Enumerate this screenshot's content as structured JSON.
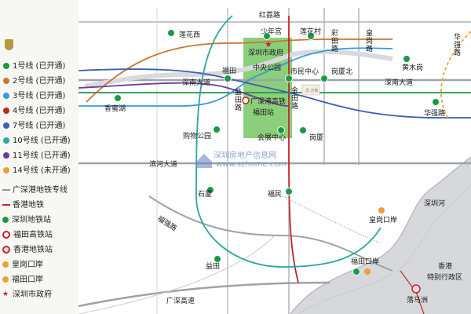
{
  "legend": {
    "lines": [
      {
        "label": "1号线 (已开通)",
        "color": "#1a9a47"
      },
      {
        "label": "2号线 (已开通)",
        "color": "#c9772d"
      },
      {
        "label": "3号线 (已开通)",
        "color": "#3a9ad9"
      },
      {
        "label": "4号线 (已开通)",
        "color": "#c2262a"
      },
      {
        "label": "7号线 (已开通)",
        "color": "#3b5fb4"
      },
      {
        "label": "10号线 (已开通)",
        "color": "#2aa8a2"
      },
      {
        "label": "11号线 (已开通)",
        "color": "#6c3e9c"
      },
      {
        "label": "14号线 (未开通)",
        "color": "#e8a23c"
      }
    ],
    "symbols": [
      {
        "label": "广深港地铁专线",
        "icon": "dedicated-line"
      },
      {
        "label": "香港地铁",
        "icon": "hk-mtr-line"
      },
      {
        "label": "深圳地铁站",
        "icon": "sz-metro-station-icon"
      },
      {
        "label": "福田高铁站",
        "icon": "futian-hsr-station-icon"
      },
      {
        "label": "香港地铁站",
        "icon": "hk-mtr-station-icon"
      },
      {
        "label": "皇岗口岸",
        "icon": "huanggang-port-icon"
      },
      {
        "label": "福田口岸",
        "icon": "futian-port-icon"
      },
      {
        "label": "深圳市政府",
        "icon": "government-star-icon"
      }
    ]
  },
  "roads": {
    "hongli": "红荔路",
    "shennan_left": "深南大道",
    "shennan_right": "深南大道",
    "binhe": "滨河大道",
    "fuqiang": "福强路",
    "guangshen": "广深高速",
    "caitian": "彩田路",
    "huanggang": "皇岗路",
    "huaqiang": "华强路",
    "yitian": "益田路",
    "jintian": "金田路"
  },
  "stations": {
    "shaoniangong": "少年宫",
    "lianhuacun": "莲花村",
    "lianhuaxi": "莲花西",
    "futian": "福田",
    "shiminzhongxin": "市民中心",
    "gangxiabei": "岗厦北",
    "xiangmihu": "香蜜湖",
    "huangmugang": "黄木岗",
    "huaqianglu": "华强路",
    "gouwugongyuan": "购物公园",
    "huizhanzhongxin": "会展中心",
    "gangxia": "岗厦",
    "shixia": "石厦",
    "fumin": "福民",
    "yitian": "益田",
    "futiankouan": "福田口岸",
    "luomazhou": "落马洲"
  },
  "areas": {
    "government": "深圳市政府",
    "central_park": "中央公园",
    "hsr_station_line1": "广深港高铁",
    "hsr_station_line2": "福田站",
    "huanggang_port": "皇岗口岸",
    "shenzhen_river": "深圳河",
    "hk_line1": "香港",
    "hk_line2": "特别行政区",
    "tower_tag": "华·万象"
  },
  "watermark": {
    "line1": "深圳房地产信息网",
    "line2": "www.szhome.com"
  },
  "colors": {
    "park": "#8ccf7b",
    "river": "#d6d8dc",
    "road_main": "#9ea3a8",
    "star": "#c2262a"
  }
}
